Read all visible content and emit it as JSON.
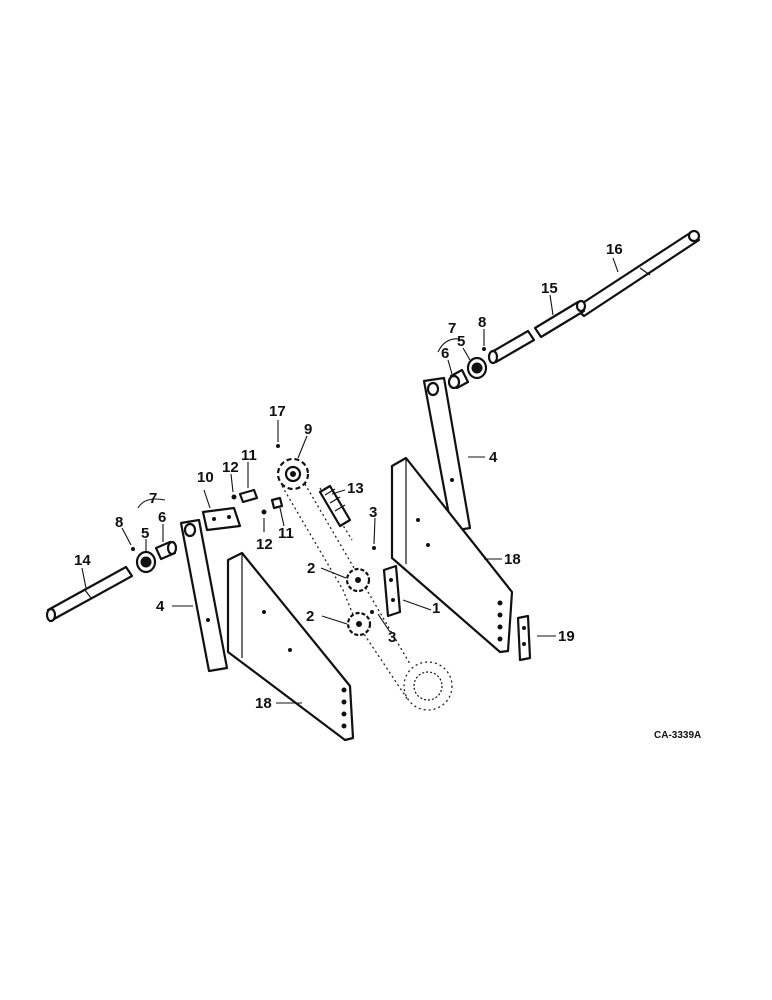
{
  "diagram": {
    "drawing_code": "CA-3339A",
    "callouts": {
      "c1": "1",
      "c2a": "2",
      "c2b": "2",
      "c3a": "3",
      "c3b": "3",
      "c4a": "4",
      "c4b": "4",
      "c5a": "5",
      "c5b": "5",
      "c6a": "6",
      "c6b": "6",
      "c7a": "7",
      "c7b": "7",
      "c8a": "8",
      "c8b": "8",
      "c9": "9",
      "c10": "10",
      "c11a": "11",
      "c11b": "11",
      "c12a": "12",
      "c12b": "12",
      "c13": "13",
      "c14": "14",
      "c15": "15",
      "c16": "16",
      "c17": "17",
      "c18a": "18",
      "c18b": "18",
      "c19": "19"
    }
  }
}
